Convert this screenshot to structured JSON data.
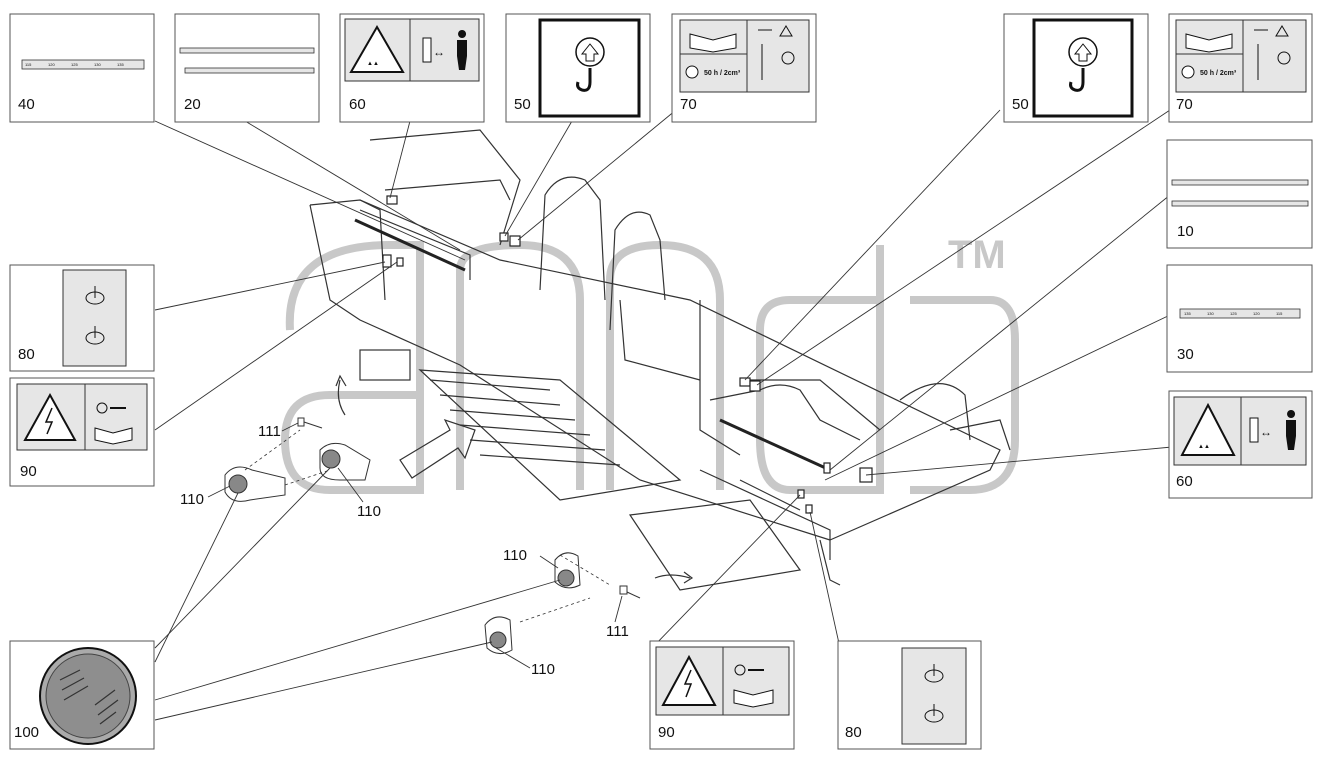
{
  "watermark": {
    "trademark": "TM"
  },
  "callouts": {
    "c40": {
      "number": "40",
      "scale_labels": [
        "115",
        "120",
        "125",
        "130",
        "135"
      ]
    },
    "c20": {
      "number": "20"
    },
    "c60_top": {
      "number": "60"
    },
    "c50_left": {
      "number": "50"
    },
    "c70_left": {
      "number": "70",
      "interval": "50 h / 2cm³"
    },
    "c50_right": {
      "number": "50"
    },
    "c70_right": {
      "number": "70",
      "interval": "50 h / 2cm³"
    },
    "c10": {
      "number": "10"
    },
    "c30": {
      "number": "30",
      "scale_labels": [
        "135",
        "130",
        "125",
        "120",
        "115"
      ]
    },
    "c80_left": {
      "number": "80"
    },
    "c90_left": {
      "number": "90"
    },
    "c60_right": {
      "number": "60"
    },
    "c100": {
      "number": "100"
    },
    "c90_bottom": {
      "number": "90"
    },
    "c80_bottom": {
      "number": "80"
    }
  },
  "part_labels": {
    "p111_top": "111",
    "p110_left": "110",
    "p110_mid": "110",
    "p110_center": "110",
    "p111_bottom": "111",
    "p110_low": "110"
  },
  "colors": {
    "line": "#333333",
    "box": "#555555",
    "watermark": "#c8c8c8",
    "decal_fill": "#e6e6e6"
  }
}
